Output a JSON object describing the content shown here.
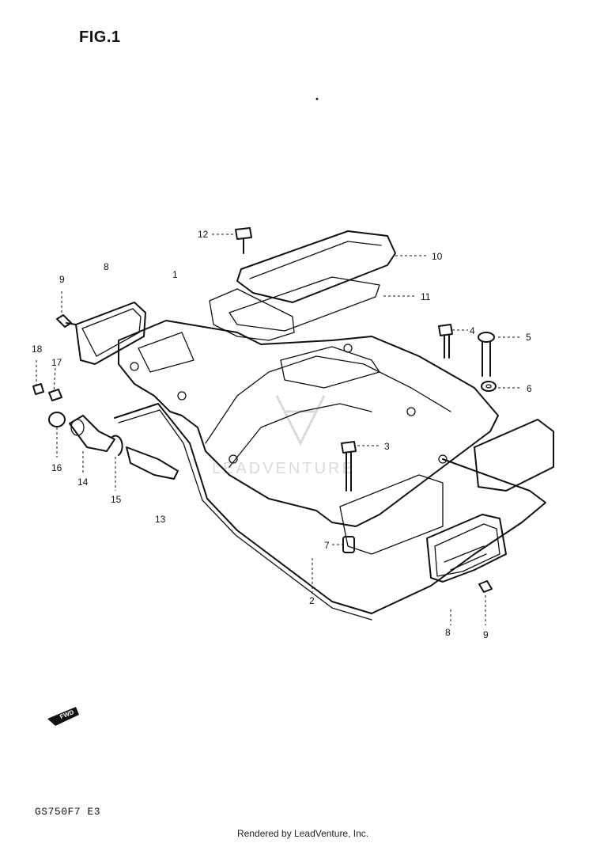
{
  "figure": {
    "title": "FIG.1"
  },
  "footer": {
    "model_code": "GS750F7  E3",
    "rendered_by": "Rendered by LeadVenture, Inc."
  },
  "watermark": {
    "text": "LEADVENTURE"
  },
  "fwd_arrow": {
    "label": "FWD"
  },
  "part_labels": {
    "p1": "1",
    "p2": "2",
    "p3": "3",
    "p4": "4",
    "p5": "5",
    "p6": "6",
    "p7": "7",
    "p8_left": "8",
    "p8_right": "8",
    "p9_left": "9",
    "p9_right": "9",
    "p10": "10",
    "p11": "11",
    "p12": "12",
    "p13": "13",
    "p14": "14",
    "p15": "15",
    "p16": "16",
    "p17": "17",
    "p18": "18"
  }
}
